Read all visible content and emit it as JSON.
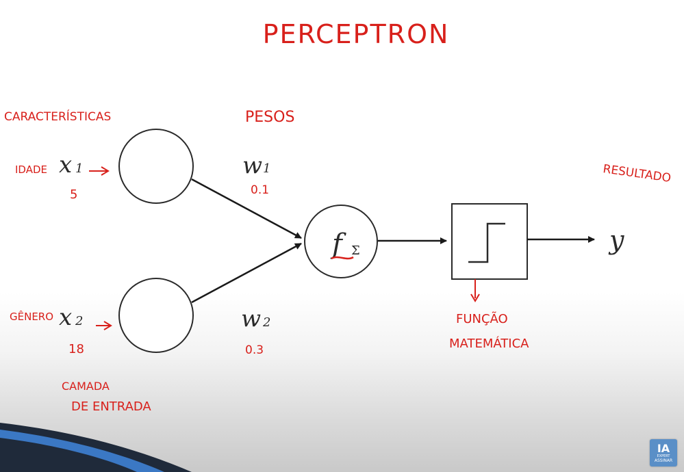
{
  "title": "PERCEPTRON",
  "labels": {
    "features": "CARACTERÍSTICAS",
    "weights": "PESOS",
    "result": "RESULTADO",
    "input_layer_line1": "CAMADA",
    "input_layer_line2": "DE ENTRADA",
    "math_function_line1": "FUNÇÃO",
    "math_function_line2": "MATEMÁTICA"
  },
  "inputs": [
    {
      "name": "IDADE",
      "symbol": "x",
      "index": "1",
      "value": "5"
    },
    {
      "name": "GÊNERO",
      "symbol": "x",
      "index": "2",
      "value": "18"
    }
  ],
  "weights": [
    {
      "symbol": "w",
      "index": "1",
      "value": "0.1"
    },
    {
      "symbol": "w",
      "index": "2",
      "value": "0.3"
    }
  ],
  "sum_node": {
    "symbol": "f",
    "subscript": "Σ"
  },
  "output": {
    "symbol": "y"
  },
  "logo": {
    "mark": "IA",
    "line1": "EXPERT",
    "line2": "ASSINAR"
  },
  "colors": {
    "annotation": "#d8201b",
    "diagram": "#1a1a1a"
  }
}
